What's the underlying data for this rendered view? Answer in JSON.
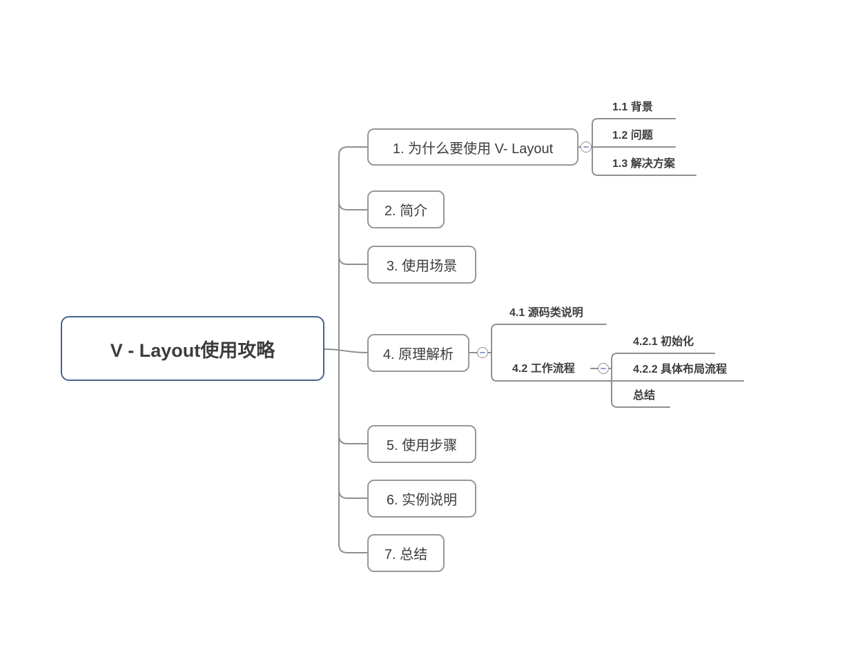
{
  "colors": {
    "background": "#ffffff",
    "branch_line": "#8e8e8e",
    "node_border": "#979797",
    "root_border": "#47618c",
    "text": "#3c3c3c",
    "collapse_minus": "#8c9fd0"
  },
  "icons": {
    "collapse": "minus-in-circle"
  },
  "tree": {
    "label": "V - Layout使用攻略",
    "children": [
      {
        "label": "1. 为什么要使用 V- Layout",
        "collapsed": false,
        "children": [
          {
            "label": "1.1 背景"
          },
          {
            "label": "1.2 问题"
          },
          {
            "label": "1.3 解决方案"
          }
        ]
      },
      {
        "label": "2. 简介",
        "children": []
      },
      {
        "label": "3. 使用场景",
        "children": []
      },
      {
        "label": "4. 原理解析",
        "collapsed": false,
        "children": [
          {
            "label": "4.1 源码类说明"
          },
          {
            "label": "4.2 工作流程",
            "collapsed": false,
            "children": [
              {
                "label": "4.2.1 初始化"
              },
              {
                "label": "4.2.2 具体布局流程"
              },
              {
                "label": "总结"
              }
            ]
          }
        ]
      },
      {
        "label": "5. 使用步骤",
        "children": []
      },
      {
        "label": "6. 实例说明",
        "children": []
      },
      {
        "label": "7. 总结",
        "children": []
      }
    ]
  }
}
